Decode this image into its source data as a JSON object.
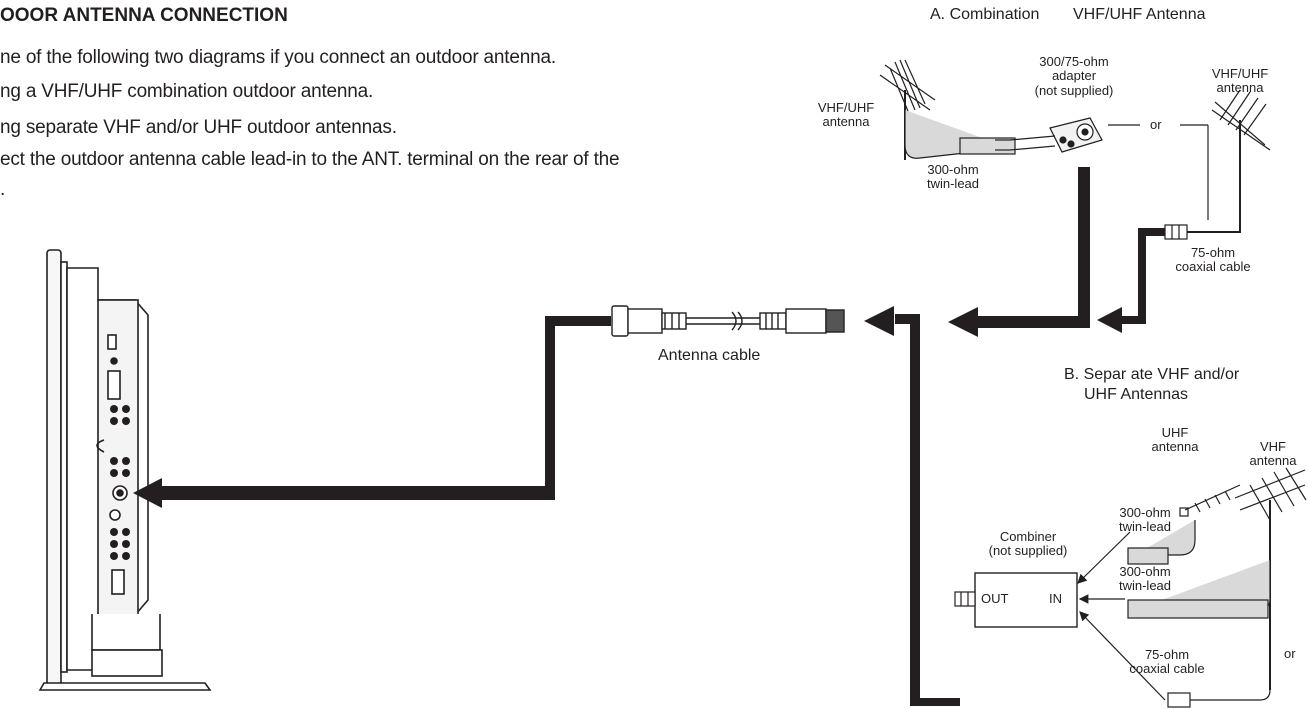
{
  "heading": "OOOR ANTENNA CONNECTION",
  "instructions": [
    "ne of the following two diagrams if you connect an outdoor antenna.",
    "ng a VHF/UHF combination outdoor antenna.",
    "ng separate VHF and/or UHF outdoor antennas.",
    "ect the outdoor antenna cable lead-in to the ANT. terminal on the rear of the",
    "."
  ],
  "section_a": {
    "title_left": "A. Combination",
    "title_right": "VHF/UHF Antenna",
    "left_antenna": [
      "VHF/UHF",
      "antenna"
    ],
    "right_antenna": [
      "VHF/UHF",
      "antenna"
    ],
    "adapter": [
      "300/75-ohm",
      "adapter",
      "(not supplied)"
    ],
    "twin_lead": [
      "300-ohm",
      "twin-lead"
    ],
    "coax": [
      "75-ohm",
      "coaxial cable"
    ],
    "or": "or"
  },
  "antenna_cable": "Antenna cable",
  "section_b": {
    "title": [
      "B.  Separ ate VHF  and/or",
      "UHF Antennas"
    ],
    "uhf_antenna": [
      "UHF",
      "antenna"
    ],
    "vhf_antenna": [
      "VHF",
      "antenna"
    ],
    "twin_lead_1": [
      "300-ohm",
      "twin-lead"
    ],
    "twin_lead_2": [
      "300-ohm",
      "twin-lead"
    ],
    "coax": [
      "75-ohm",
      "coaxial cable"
    ],
    "combiner": [
      "Combiner",
      "(not supplied)"
    ],
    "out": "OUT",
    "in": "IN",
    "or": "or"
  },
  "colors": {
    "ink": "#231f20",
    "cable_fill": "#d9d9d9",
    "panel": "#f2f2f2"
  }
}
